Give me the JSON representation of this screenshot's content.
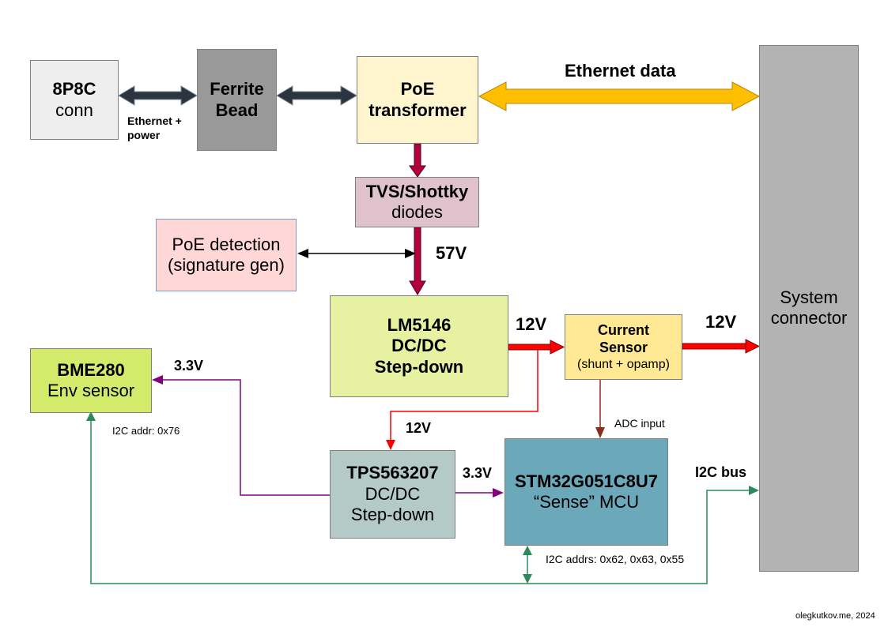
{
  "blocks": {
    "conn": {
      "line1": "8P8C",
      "line2": "conn"
    },
    "ferrite": {
      "line1": "Ferrite",
      "line2": "Bead"
    },
    "poe_transformer": {
      "line1": "PoE",
      "line2": "transformer"
    },
    "tvs": {
      "line1": "TVS/Shottky",
      "line2": "diodes"
    },
    "poe_detection": {
      "line1": "PoE detection",
      "line2": "(signature gen)"
    },
    "lm5146": {
      "line1": "LM5146",
      "line2": "DC/DC",
      "line3": "Step-down"
    },
    "current_sensor": {
      "line1": "Current",
      "line2": "Sensor",
      "line3": "(shunt + opamp)"
    },
    "bme280": {
      "line1": "BME280",
      "line2": "Env sensor"
    },
    "tps563207": {
      "line1": "TPS563207",
      "line2": "DC/DC",
      "line3": "Step-down"
    },
    "stm32": {
      "line1": "STM32G051C8U7",
      "line2": "“Sense” MCU"
    },
    "system_connector": {
      "line1": "System",
      "line2": "connector"
    }
  },
  "labels": {
    "ethernet_power_1": "Ethernet +",
    "ethernet_power_2": "power",
    "ethernet_data": "Ethernet data",
    "v57": "57V",
    "v12_lm_out": "12V",
    "v12_sys": "12V",
    "v12_tps_in": "12V",
    "v33_bme": "3.3V",
    "v33_mcu": "3.3V",
    "adc_input": "ADC input",
    "i2c_bus": "I2C bus",
    "i2c_addr_bme": "I2C addr: 0x76",
    "i2c_addrs_mcu": "I2C addrs: 0x62, 0x63, 0x55",
    "credit": "olegkutkov.me, 2024"
  },
  "colors": {
    "conn": "#eeeeee",
    "ferrite": "#999999",
    "poe_transformer": "#fff5ce",
    "tvs": "#e0c2cd",
    "poe_detection": "#ffd7d7",
    "lm5146": "#e6f2a2",
    "current_sensor": "#ffe994",
    "bme280": "#d4ea6b",
    "tps563207": "#b3cac7",
    "stm32": "#6aa8ba",
    "system_connector": "#b3b3b3",
    "power_arrow": "#b00040",
    "rail_12v": "#ff0000",
    "rail_33v": "#800080",
    "i2c": "#2a8a5a",
    "adc": "#8b2c23",
    "ethernet_data": "#ffbf00"
  }
}
